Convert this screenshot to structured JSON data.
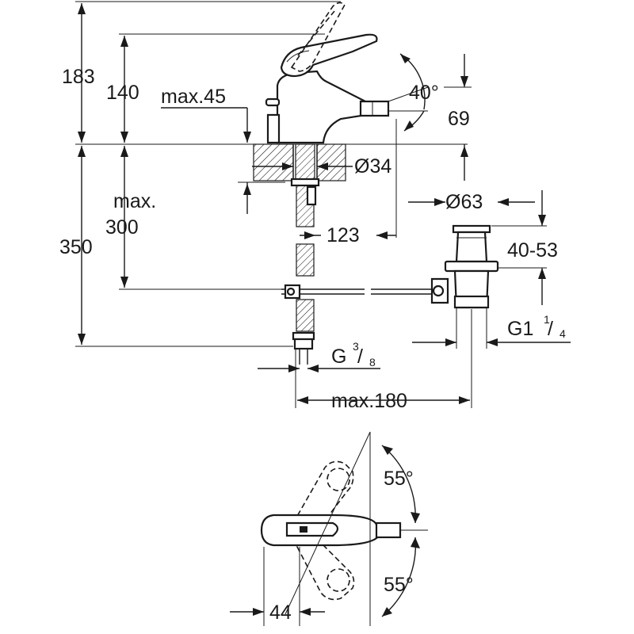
{
  "colors": {
    "line": "#1a1a1a",
    "background": "#ffffff"
  },
  "side_view": {
    "height_total": "183",
    "height_spout": "140",
    "max_deck": "max.45",
    "spout_angle": "40°",
    "spout_offset": "69",
    "hole_diameter": "Ø34",
    "max_hose_label_1": "max.",
    "max_hose_label_2": "300",
    "hose_length": "350",
    "spout_reach": "123",
    "waste_diameter": "Ø63",
    "waste_range": "40-53",
    "waste_thread_main": "G1",
    "waste_thread_sup": "1",
    "waste_thread_sub": "4",
    "inlet_thread_main": "G",
    "inlet_thread_sup": "3",
    "inlet_thread_sub": "8",
    "max_rod": "max.180"
  },
  "top_view": {
    "angle_upper": "55°",
    "angle_lower": "55°",
    "offset": "44"
  }
}
